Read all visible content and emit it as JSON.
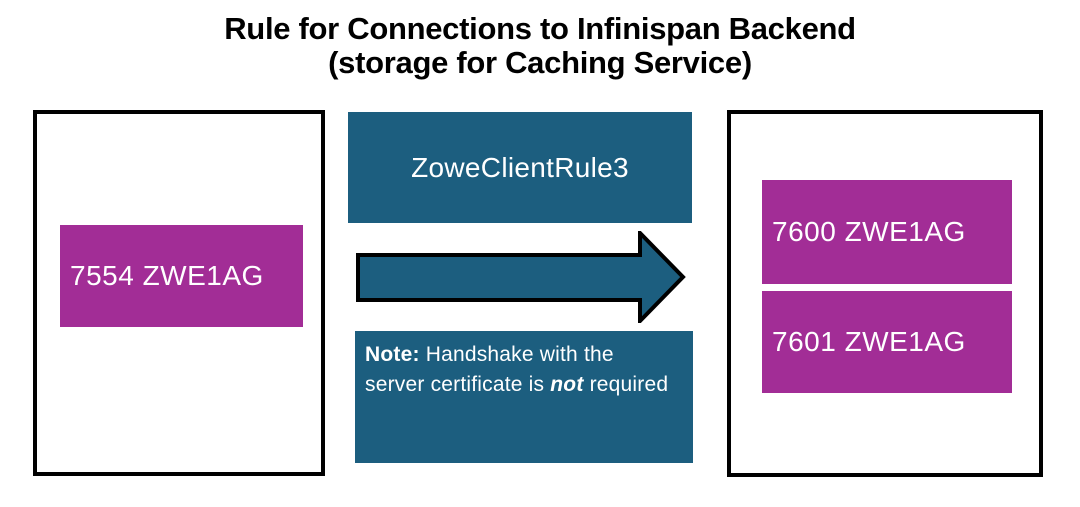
{
  "title": {
    "line1": "Rule for Connections to Infinispan Backend",
    "line2": "(storage for Caching Service)"
  },
  "colors": {
    "teal": "#1C5E7F",
    "purple": "#A22D96",
    "outline": "#000000",
    "label_text": "#FFFFFF",
    "title_text": "#000000",
    "background": "#FFFFFF"
  },
  "client_box": {
    "ports": [
      {
        "label": "7554 ZWE1AG"
      }
    ]
  },
  "rule": {
    "label": "ZoweClientRule3"
  },
  "arrow": {
    "direction": "right"
  },
  "note": {
    "prefix": "Note:",
    "text_middle": " Handshake with the server certificate is ",
    "emphasis": "not",
    "text_end": " required"
  },
  "backend_box": {
    "ports": [
      {
        "label": "7600 ZWE1AG"
      },
      {
        "label": "7601 ZWE1AG"
      }
    ]
  }
}
